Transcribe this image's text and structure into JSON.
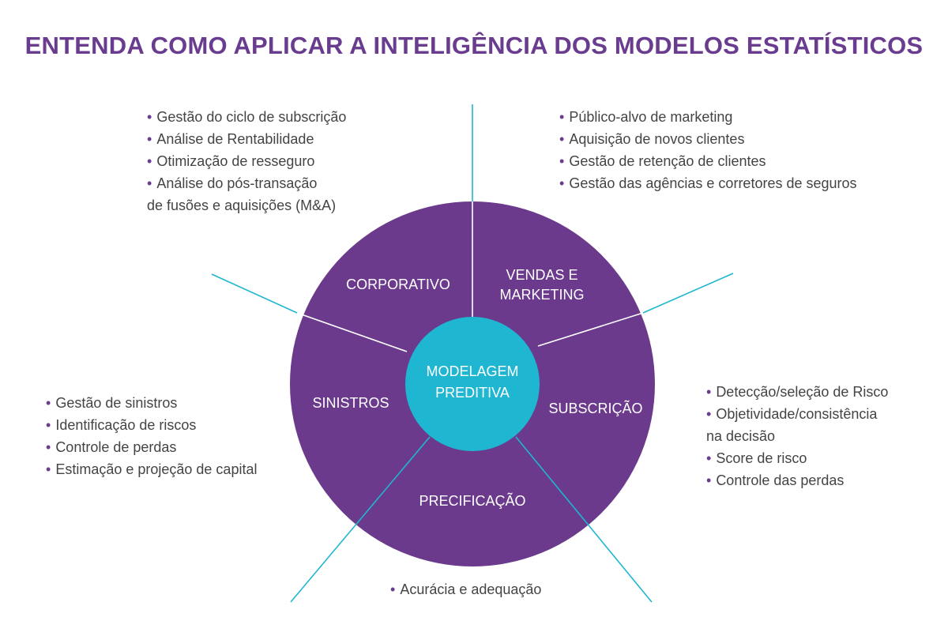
{
  "title": "ENTENDA COMO APLICAR A INTELIGÊNCIA DOS MODELOS ESTATÍSTICOS",
  "colors": {
    "title": "#6a3c8f",
    "wheel": "#6b3a8c",
    "hub": "#1fb6d2",
    "spokes": "#1fb6d2",
    "text": "#444444",
    "bullet": "#6a3c8f"
  },
  "hub": {
    "line1": "MODELAGEM",
    "line2": "PREDITIVA"
  },
  "segments": {
    "corporativo": {
      "line1": "CORPORATIVO"
    },
    "vendas": {
      "line1": "VENDAS E",
      "line2": "MARKETING"
    },
    "subscricao": {
      "line1": "SUBSCRIÇÃO"
    },
    "precificacao": {
      "line1": "PRECIFICAÇÃO"
    },
    "sinistros": {
      "line1": "SINISTROS"
    }
  },
  "lists": {
    "corporativo": [
      {
        "text": "Gestão do ciclo de subscrição"
      },
      {
        "text": "Análise de Rentabilidade"
      },
      {
        "text": "Otimização de resseguro"
      },
      {
        "text": "Análise do pós-transação",
        "cont": "de fusões e aquisições (M&A)"
      }
    ],
    "vendas": [
      {
        "text": "Público-alvo de marketing"
      },
      {
        "text": "Aquisição de novos clientes"
      },
      {
        "text": "Gestão de retenção de clientes"
      },
      {
        "text": "Gestão das agências e corretores de seguros"
      }
    ],
    "sinistros": [
      {
        "text": "Gestão de sinistros"
      },
      {
        "text": "Identificação de riscos"
      },
      {
        "text": "Controle de perdas"
      },
      {
        "text": "Estimação e projeção de capital"
      }
    ],
    "subscricao": [
      {
        "text": "Detecção/seleção de Risco"
      },
      {
        "text": "Objetividade/consistência",
        "cont": "na decisão"
      },
      {
        "text": "Score de risco"
      },
      {
        "text": "Controle das perdas"
      }
    ],
    "precificacao": [
      {
        "text": "Acurácia e adequação"
      }
    ]
  }
}
